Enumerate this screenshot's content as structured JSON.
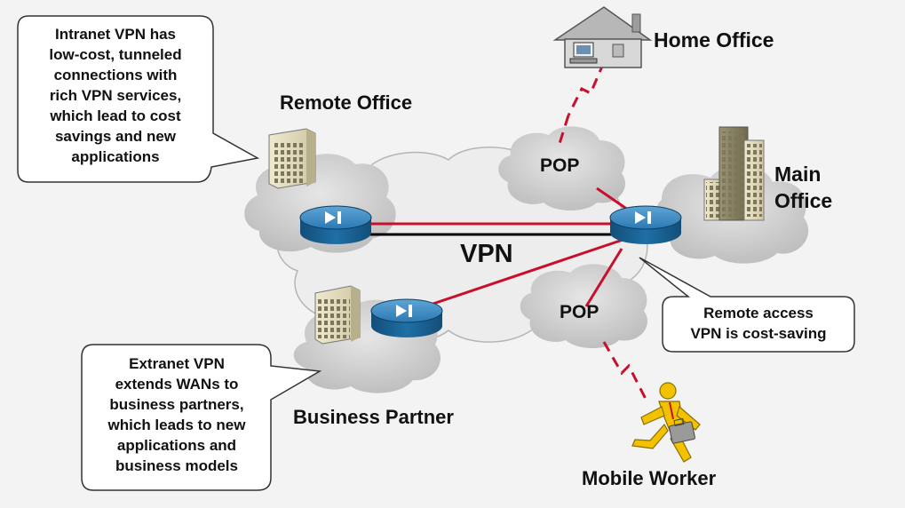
{
  "labels": {
    "home_office": "Home Office",
    "remote_office": "Remote Office",
    "main_office_line1": "Main",
    "main_office_line2": "Office",
    "vpn": "VPN",
    "pop_top": "POP",
    "pop_bottom": "POP",
    "business_partner": "Business Partner",
    "mobile_worker": "Mobile Worker"
  },
  "callouts": {
    "intranet": [
      "Intranet VPN has",
      "low-cost, tunneled",
      "connections with",
      "rich VPN services,",
      "which lead to cost",
      "savings and new",
      "applications"
    ],
    "extranet": [
      "Extranet VPN",
      "extends WANs to",
      "business partners,",
      "which leads to new",
      "applications and",
      "business models"
    ],
    "remote_access": [
      "Remote access",
      "VPN is cost-saving"
    ]
  },
  "colors": {
    "link_red": "#c8102e",
    "link_black": "#000000",
    "router_blue": "#1f6fa6",
    "cloud_gray": "#cfcfcf",
    "worker_yellow": "#f2c200"
  }
}
